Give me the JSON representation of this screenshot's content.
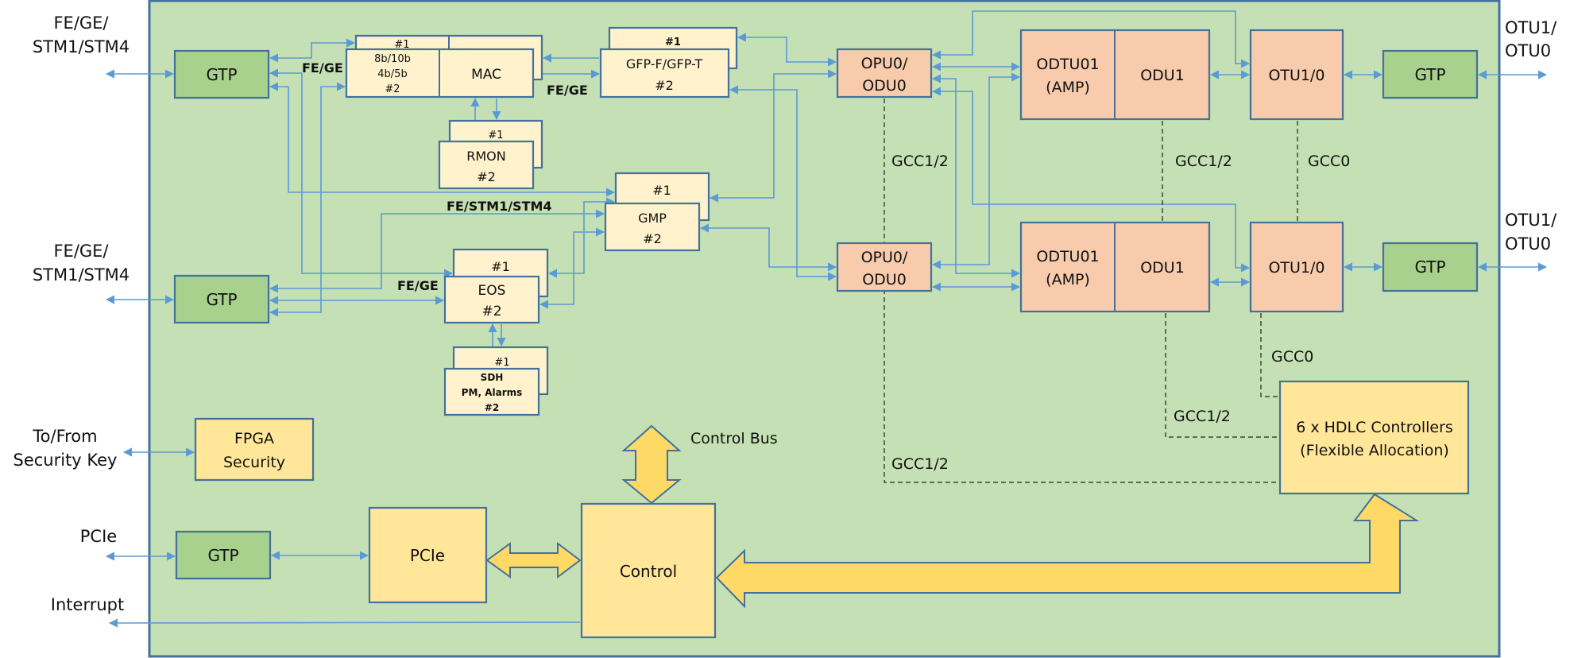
{
  "external": {
    "left_port_1": [
      "FE/GE/",
      "STM1/STM4"
    ],
    "left_port_2": [
      "FE/GE/",
      "STM1/STM4"
    ],
    "security_key": [
      "To/From",
      "Security Key"
    ],
    "pcie": "PCIe",
    "interrupt": "Interrupt",
    "right_port_1": [
      "OTU1/",
      "OTU0"
    ],
    "right_port_2": [
      "OTU1/",
      "OTU0"
    ]
  },
  "blocks": {
    "gtp": "GTP",
    "mac_back": "#1",
    "mac_coding": [
      "8b/10b",
      "4b/5b",
      "#2"
    ],
    "mac": "MAC",
    "rmon_back": "#1",
    "rmon": [
      "RMON",
      "#2"
    ],
    "gfp_back": "#1",
    "gfp": [
      "GFP-F/GFP-T",
      "#2"
    ],
    "gmp_back": "#1",
    "gmp": [
      "GMP",
      "#2"
    ],
    "eos_back": "#1",
    "eos": [
      "EOS",
      "#2"
    ],
    "sdh_back": "#1",
    "sdh": [
      "SDH",
      "PM, Alarms",
      "#2"
    ],
    "opu": [
      "OPU0/",
      "ODU0"
    ],
    "odtu": [
      "ODTU01",
      "(AMP)"
    ],
    "odu1": "ODU1",
    "otu": "OTU1/0",
    "fpga_security": [
      "FPGA",
      "Security"
    ],
    "pcie": "PCIe",
    "control": "Control",
    "hdlc": [
      "6 x HDLC Controllers",
      "(Flexible Allocation)"
    ]
  },
  "labels": {
    "fe_ge_1": "FE/GE",
    "fe_ge_2": "FE/GE",
    "fe_ge_3": "FE/GE",
    "fe_stm": "FE/STM1/STM4",
    "control_bus": "Control Bus",
    "gcc12_a": "GCC1/2",
    "gcc12_b": "GCC1/2",
    "gcc12_c": "GCC1/2",
    "gcc12_d": "GCC1/2",
    "gcc0_a": "GCC0",
    "gcc0_b": "GCC0"
  },
  "colors": {
    "board": "#c5e0b4",
    "gtp": "#a9d18e",
    "client_block": "#fff2cc",
    "otn_block": "#f8cbad",
    "control_block": "#ffe699",
    "wire": "#5b9bd5",
    "border": "#41719c"
  }
}
